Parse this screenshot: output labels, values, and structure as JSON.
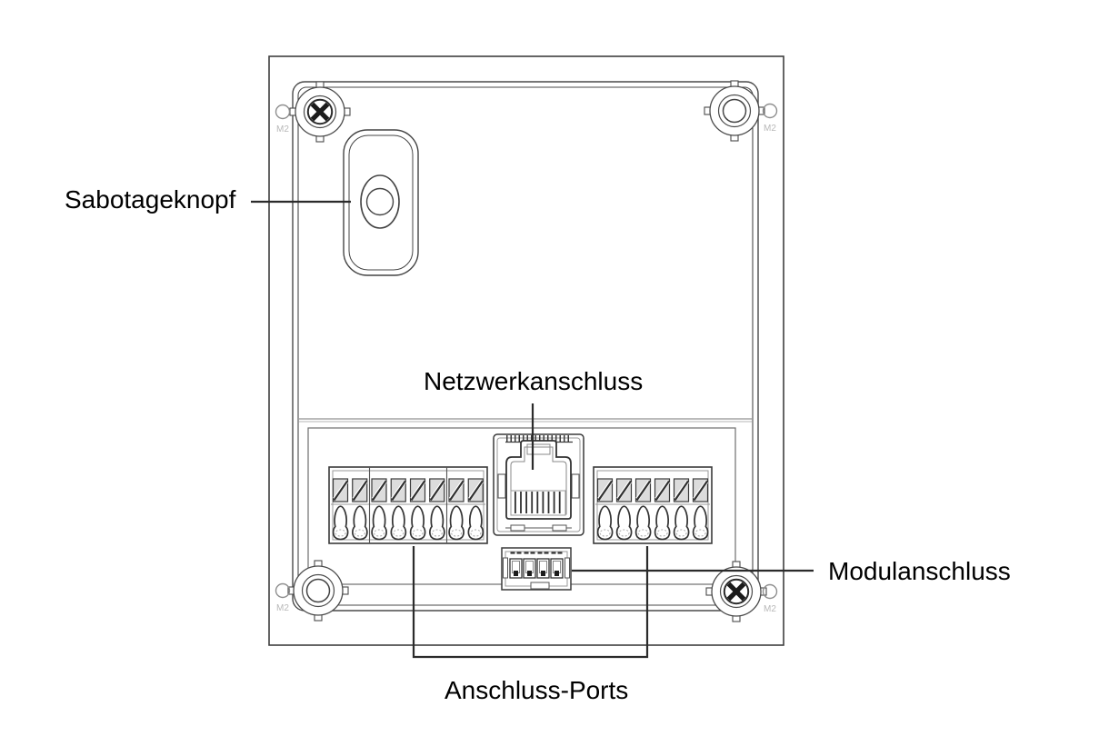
{
  "diagram": {
    "labels": {
      "tamper_button": "Sabotageknopf",
      "network_port": "Netzwerkanschluss",
      "module_port": "Modulanschluss",
      "connection_ports": "Anschluss-Ports"
    },
    "screw_size_label": "M2",
    "counts": {
      "left_terminal_ports": 8,
      "right_terminal_ports": 6,
      "module_pins": 4
    },
    "colors": {
      "line": "#3f3f3f",
      "leader_line": "#2b2b2b",
      "label_text": "#000000",
      "muted_marking": "#b8b8b8",
      "background": "#ffffff"
    }
  }
}
